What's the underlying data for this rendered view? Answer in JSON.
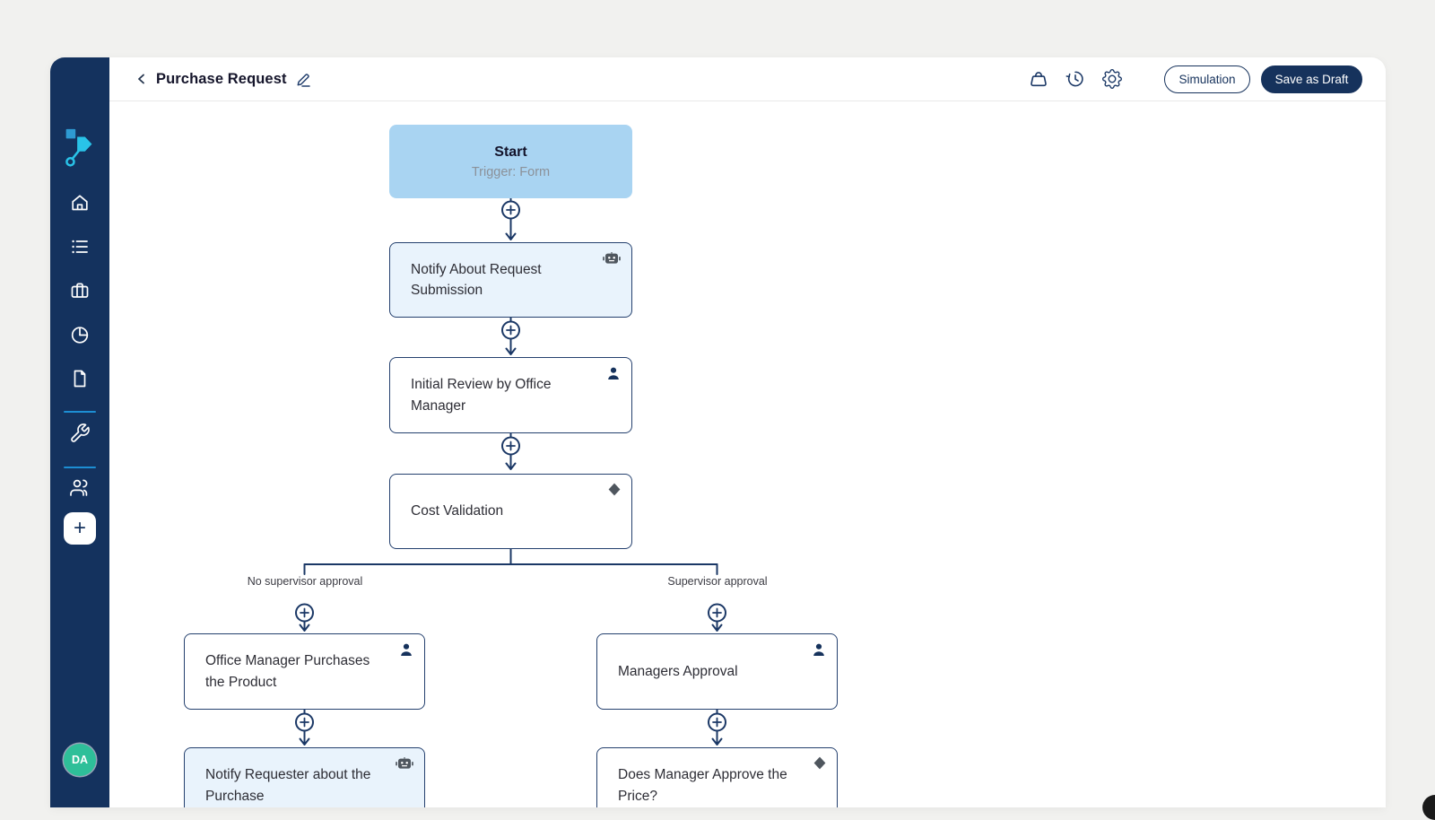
{
  "header": {
    "title": "Purchase Request",
    "buttons": {
      "simulation": "Simulation",
      "save_as_draft": "Save as Draft"
    },
    "icons": [
      "weight-icon",
      "history-icon",
      "gear-icon",
      "edit-pencil-icon",
      "back-chevron-icon"
    ]
  },
  "sidebar": {
    "logo": "flow-logo",
    "items": [
      "home",
      "tasks-list",
      "briefcase",
      "pie-chart",
      "document",
      "wrench",
      "users",
      "settings"
    ],
    "add_button_label": "+",
    "avatar_initials": "DA"
  },
  "flow": {
    "nodes": [
      {
        "title": "Start",
        "subtitle": "Trigger: Form",
        "type": "start"
      },
      {
        "title": "Notify About Request Submission",
        "type": "bot"
      },
      {
        "title": "Initial Review by Office Manager",
        "type": "user"
      },
      {
        "title": "Cost Validation",
        "type": "decision"
      },
      {
        "title": "Office Manager Purchases the Product",
        "type": "user"
      },
      {
        "title": "Managers Approval",
        "type": "user"
      },
      {
        "title": "Notify Requester about the Purchase",
        "type": "bot"
      },
      {
        "title": "Does Manager Approve the Price?",
        "type": "decision"
      }
    ],
    "branches": {
      "left": "No supervisor approval",
      "right": "Supervisor approval"
    }
  },
  "colors": {
    "sidebar_bg": "#14325e",
    "accent_cyan": "#29c3e8",
    "divider_blue": "#1d8ed3",
    "node_border": "#24406e",
    "connector_navy": "#1b3866",
    "start_fill": "#a9d4f2",
    "bot_fill": "#e9f3fc",
    "primary_button_bg": "#16325c",
    "avatar_bg": "#2ebf99",
    "page_bg": "#f1f1ef"
  }
}
